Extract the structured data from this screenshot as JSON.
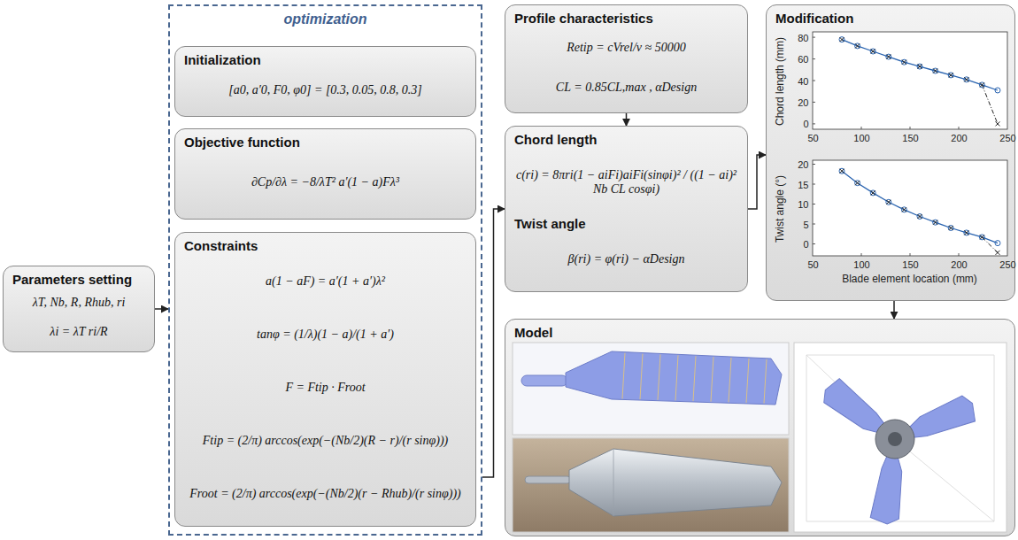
{
  "diagram": {
    "nodes": [
      {
        "text": [
          "Parameters setting",
          "λT, Nb, R, Rhub, ri",
          "λi = λT ri/R"
        ]
      },
      {
        "text": [
          "optimization"
        ]
      },
      {
        "text": [
          "Initialization",
          "[a0, a′0, F0, φ0] = [0.3, 0.05, 0.8, 0.3]"
        ],
        "in": 1
      },
      {
        "text": [
          "Objective function",
          "∂Cp/∂λ = −8/λT² a′(1 − a)Fλ³"
        ],
        "in": 1
      },
      {
        "text": [
          "Constraints",
          "a(1 − aF) = a′(1 + a′)λ²",
          "tanφ = (1/λ)(1 − a)/(1 + a′)",
          "F = Ftip · Froot",
          "Ftip = (2/π) arccos(exp(−(Nb/2)(R − r)/(r sinφ)))",
          "Froot = (2/π) arccos(exp(−(Nb/2)(r − Rhub)/(r sinφ)))"
        ],
        "in": 1
      },
      {
        "text": [
          "Profile characteristics",
          "Retip = cVrel/ν ≈ 50000",
          "CL = 0.85CL,max , αDesign"
        ]
      },
      {
        "text": [
          "Chord length",
          "c(ri) = 8πri(1 − aiFi)aiFi(sinφi)² / ((1 − ai)² Nb CL cosφi)",
          "Twist angle",
          "β(ri) = φ(ri) − αDesign"
        ]
      },
      {
        "text": [
          "Modification"
        ]
      },
      {
        "text": [
          "Model"
        ]
      }
    ],
    "edges": [
      {
        "from": 0,
        "to": 1,
        "arrow": "to"
      },
      {
        "from": 1,
        "to": 6,
        "arrow": "to"
      },
      {
        "from": 5,
        "to": 6,
        "arrow": "to"
      },
      {
        "from": 6,
        "to": 7,
        "arrow": "to"
      },
      {
        "from": 7,
        "to": 8,
        "arrow": "to"
      }
    ],
    "labels": [
      "Chord length (mm)",
      "0",
      "20",
      "40",
      "60",
      "80",
      "50",
      "100",
      "150",
      "200",
      "250",
      "Twist angle (°)",
      "0",
      "5",
      "10",
      "15",
      "20",
      "50",
      "100",
      "150",
      "200",
      "250",
      "Blade element location (mm)"
    ]
  }
}
